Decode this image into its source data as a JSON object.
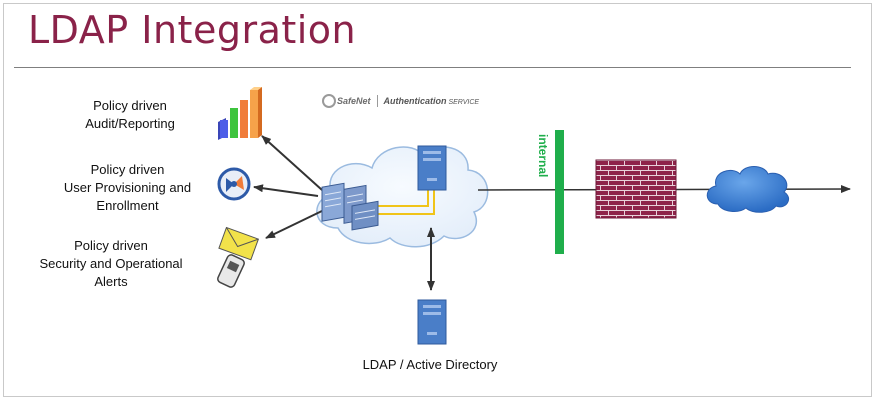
{
  "title": "LDAP Integration",
  "labels": {
    "audit": [
      "Policy driven",
      "Audit/Reporting"
    ],
    "provisioning": [
      "Policy driven",
      "User Provisioning and",
      "Enrollment"
    ],
    "alerts": [
      "Policy driven",
      "Security and Operational",
      "Alerts"
    ],
    "ldap": "LDAP / Active Directory"
  },
  "brand": {
    "name": "SafeNet",
    "service_bold": "Authentication",
    "service_rest": " SERVICE"
  },
  "internal_label": "internal",
  "colors": {
    "title": "#8a2249",
    "internal_bar": "#1fae4b",
    "firewall": "#8e2349",
    "cloud": "#3a7fd0",
    "server": "#4a7ec8",
    "link": "#f0c419",
    "arrow": "#333333"
  },
  "icons": [
    "bar-chart-icon",
    "provisioning-icon",
    "email-alert-icon",
    "appliance-icon",
    "server-icon",
    "firewall-icon",
    "internet-cloud-icon"
  ]
}
